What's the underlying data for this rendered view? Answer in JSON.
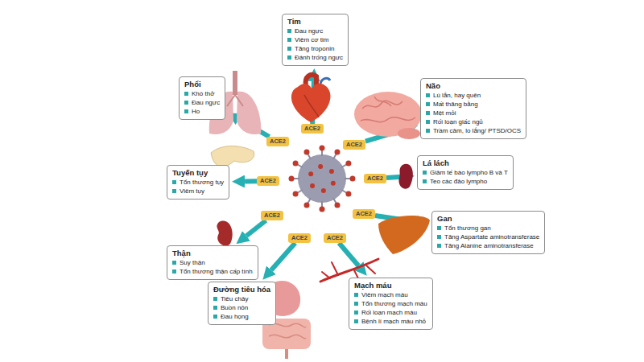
{
  "diagram": {
    "nodes": [
      {
        "text": [
          "Tim",
          "Đau ngực",
          "Viêm cơ tim",
          "Tăng troponin",
          "Đánh trống ngực"
        ]
      },
      {
        "text": [
          "Phổi",
          "Khó thở",
          "Đau ngực",
          "Ho"
        ]
      },
      {
        "text": [
          "Não",
          "Lú lẫn, hay quên",
          "Mất thăng bằng",
          "Mệt mỏi",
          "Rối loạn giấc ngủ",
          "Trầm cảm, lo lắng/ PTSD/OCS"
        ]
      },
      {
        "text": [
          "Tuyến tụy",
          "Tổn thương tụy",
          "Viêm tụy"
        ]
      },
      {
        "text": [
          "Lá lách",
          "Giảm tế bào lympho B và T",
          "Teo các đảo lympho"
        ]
      },
      {
        "text": [
          "Thận",
          "Suy thận",
          "Tổn thương thận cấp tính"
        ]
      },
      {
        "text": [
          "Gan",
          "Tổn thương gan",
          "Tăng Aspartate aminotransferase",
          "Tăng Alanine aminotransferase"
        ]
      },
      {
        "text": [
          "Đường tiêu hóa",
          "Tiêu chảy",
          "Buồn nôn",
          "Đau họng"
        ]
      },
      {
        "text": [
          "Mạch máu",
          "Viêm mạch máu",
          "Tổn thương mạch máu",
          "Rối loạn mạch máu",
          "Bệnh lí mạch máu nhỏ"
        ]
      },
      {
        "text": [
          "ACE2"
        ]
      },
      {
        "text": [
          "ACE2"
        ]
      },
      {
        "text": [
          "ACE2"
        ]
      },
      {
        "text": [
          "ACE2"
        ]
      },
      {
        "text": [
          "ACE2"
        ]
      },
      {
        "text": [
          "ACE2"
        ]
      },
      {
        "text": [
          "ACE2"
        ]
      },
      {
        "text": [
          "ACE2"
        ]
      },
      {
        "text": [
          "ACE2"
        ]
      }
    ],
    "edges": [
      {
        "from": 9,
        "to": 0,
        "arrow": "to"
      },
      {
        "from": 10,
        "to": 1,
        "arrow": "to"
      },
      {
        "from": 11,
        "to": 2,
        "arrow": "to"
      },
      {
        "from": 12,
        "to": 3,
        "arrow": "to"
      },
      {
        "from": 13,
        "to": 4,
        "arrow": "to"
      },
      {
        "from": 14,
        "to": 5,
        "arrow": "to"
      },
      {
        "from": 15,
        "to": 6,
        "arrow": "to"
      },
      {
        "from": 16,
        "to": 7,
        "arrow": "to"
      },
      {
        "from": 17,
        "to": 8,
        "arrow": "to"
      }
    ]
  }
}
